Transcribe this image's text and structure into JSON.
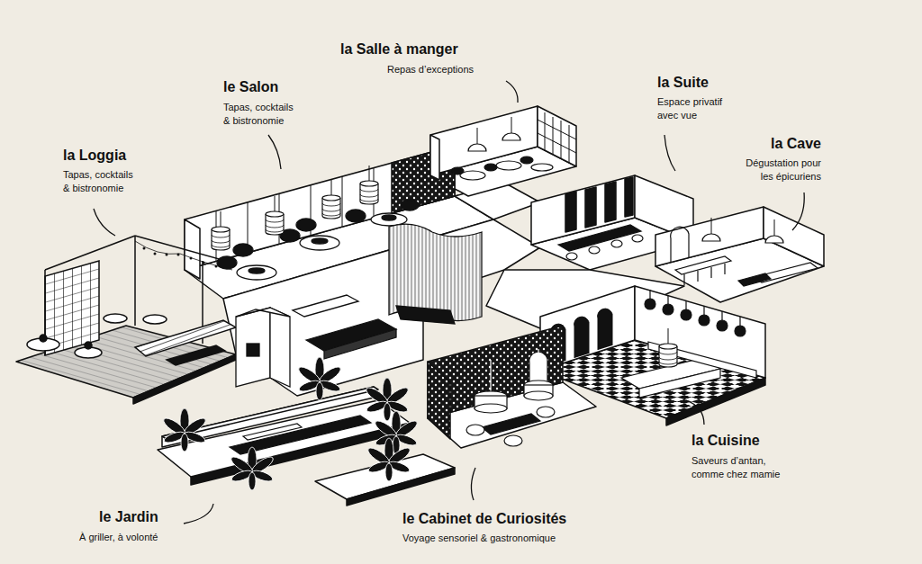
{
  "diagram": {
    "labels": [
      "la Salle à manger",
      "Repas d’exceptions",
      "le Salon",
      "Tapas, cocktails & bistronomie",
      "la Suite",
      "Espace privatif avec vue",
      "la Cave",
      "Dégustation pour les épicuriens",
      "la Loggia",
      "Tapas, cocktails & bistronomie",
      "la Cuisine",
      "Saveurs d’antan, comme chez mamie",
      "le Jardin",
      "À griller, à volonté",
      "le Cabinet de Curiosités",
      "Voyage sensoriel & gastronomique"
    ]
  }
}
